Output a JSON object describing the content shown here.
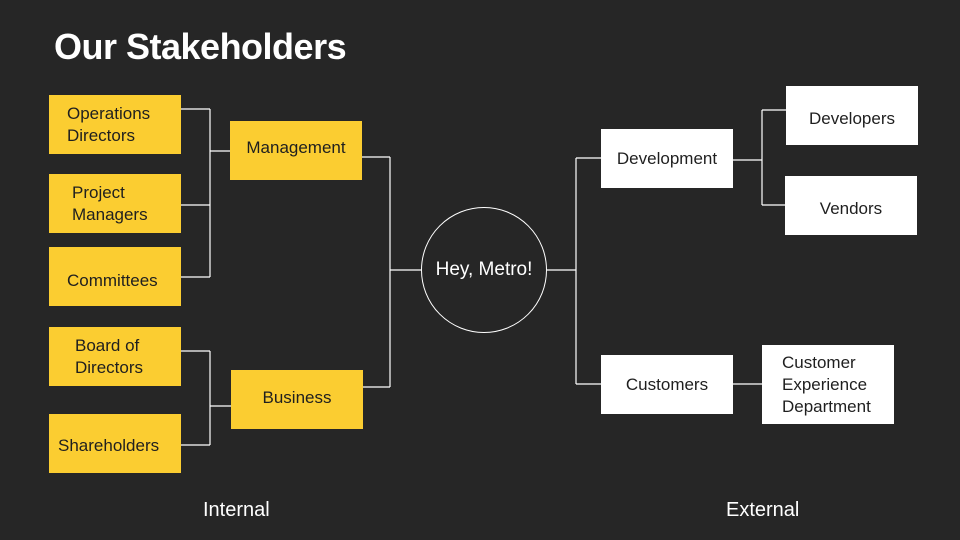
{
  "title": "Our Stakeholders",
  "hub": "Hey, Metro!",
  "internal": {
    "label": "Internal",
    "management": {
      "label": "Management",
      "children": [
        "Operations Directors",
        "Project Managers",
        "Committees"
      ]
    },
    "business": {
      "label": "Business",
      "children": [
        "Board of Directors",
        "Shareholders"
      ]
    }
  },
  "external": {
    "label": "External",
    "development": {
      "label": "Development",
      "children": [
        "Developers",
        "Vendors"
      ]
    },
    "customers": {
      "label": "Customers",
      "children": [
        "Customer Experience Department"
      ]
    }
  },
  "colors": {
    "background": "#262626",
    "internal_fill": "#fbcd31",
    "external_fill": "#ffffff",
    "connector": "#ffffff"
  }
}
